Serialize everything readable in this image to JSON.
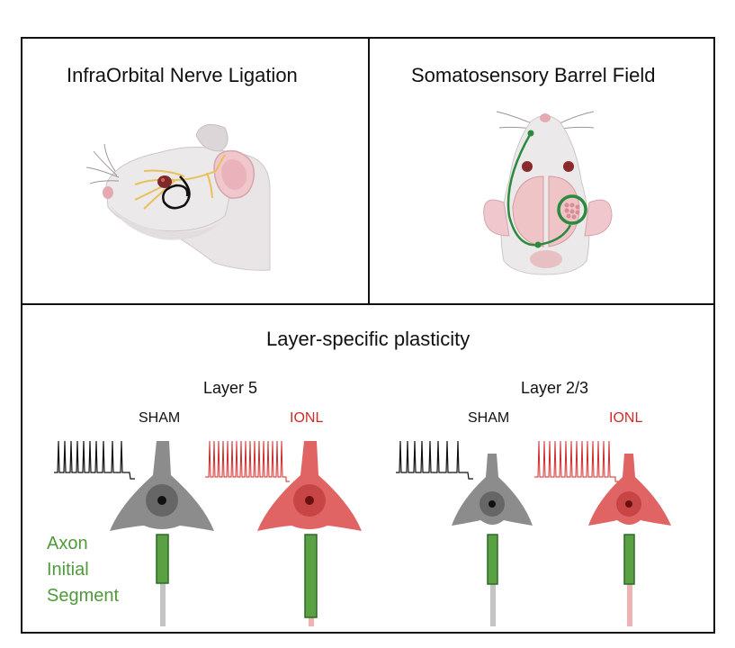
{
  "panels": {
    "ionl": {
      "title": "InfraOrbital Nerve Ligation"
    },
    "barrel": {
      "title": "Somatosensory Barrel Field"
    },
    "plasticity": {
      "title": "Layer-specific plasticity"
    }
  },
  "groups": {
    "layer5": {
      "label": "Layer 5",
      "sham": "SHAM",
      "ionl": "IONL"
    },
    "layer23": {
      "label": "Layer 2/3",
      "sham": "SHAM",
      "ionl": "IONL"
    }
  },
  "ais_label": [
    "Axon",
    "Initial",
    "Segment"
  ],
  "colors": {
    "sham_neuron": "#8c8c8c",
    "ionl_neuron": "#e06464",
    "ais_green": "#5aa144",
    "label_red": "#d02a2a",
    "label_green": "#4f9a3a"
  }
}
